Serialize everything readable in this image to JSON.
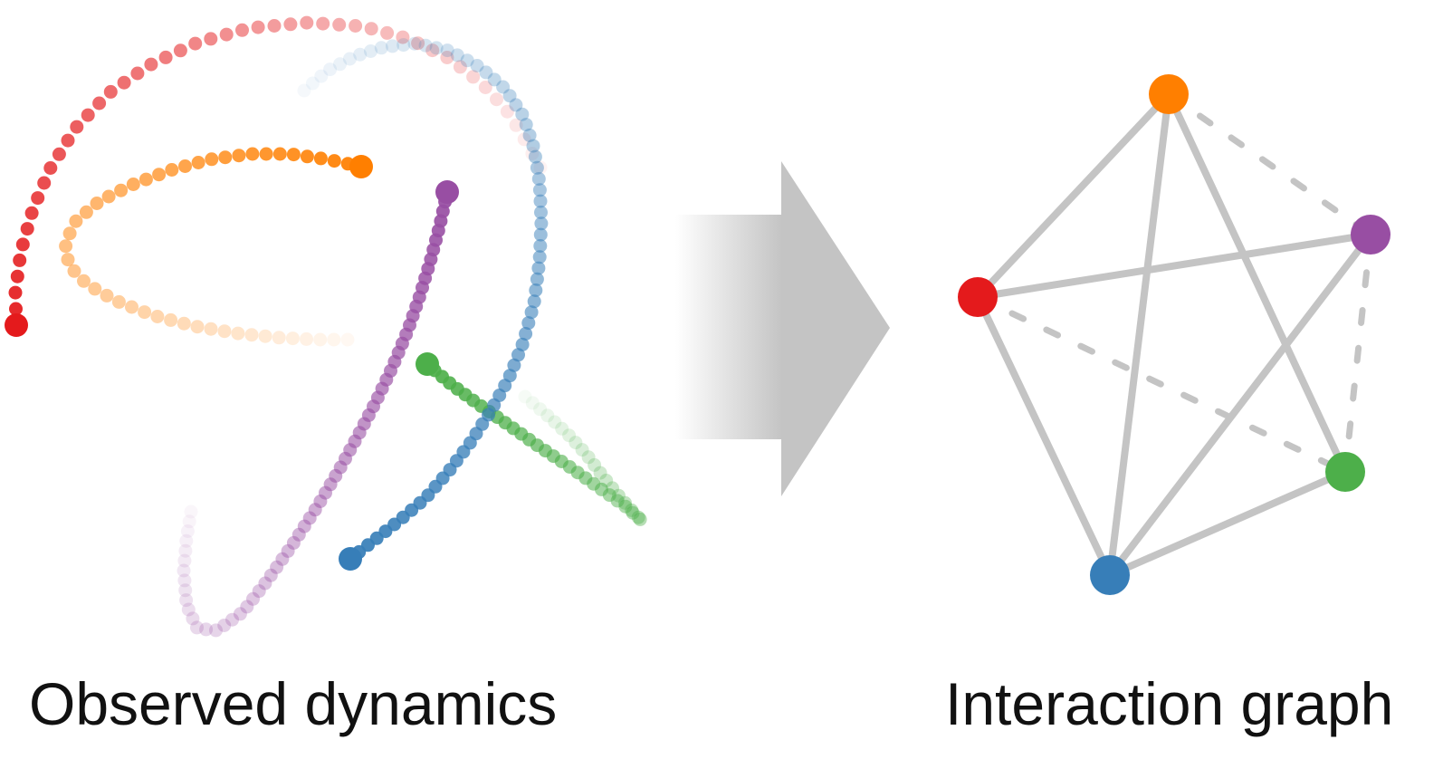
{
  "labels": {
    "left": "Observed dynamics",
    "right": "Interaction graph"
  },
  "colors": {
    "red": "#e41a1c",
    "orange": "#ff7f00",
    "purple": "#984ea3",
    "green": "#4daf4a",
    "blue": "#377eb8",
    "edge": "#c4c4c4",
    "arrow": "#c4c4c4"
  },
  "graph": {
    "nodes": [
      {
        "id": "orange",
        "color": "orange"
      },
      {
        "id": "purple",
        "color": "purple"
      },
      {
        "id": "red",
        "color": "red"
      },
      {
        "id": "green",
        "color": "green"
      },
      {
        "id": "blue",
        "color": "blue"
      }
    ],
    "edges": [
      {
        "from": "red",
        "to": "orange",
        "style": "solid"
      },
      {
        "from": "red",
        "to": "purple",
        "style": "solid"
      },
      {
        "from": "red",
        "to": "blue",
        "style": "solid"
      },
      {
        "from": "orange",
        "to": "blue",
        "style": "solid"
      },
      {
        "from": "orange",
        "to": "green",
        "style": "solid"
      },
      {
        "from": "purple",
        "to": "blue",
        "style": "solid"
      },
      {
        "from": "green",
        "to": "blue",
        "style": "solid"
      },
      {
        "from": "orange",
        "to": "purple",
        "style": "dashed"
      },
      {
        "from": "purple",
        "to": "green",
        "style": "dashed"
      },
      {
        "from": "red",
        "to": "green",
        "style": "dashed"
      }
    ]
  },
  "trajectories": [
    {
      "id": "red",
      "color": "red"
    },
    {
      "id": "orange",
      "color": "orange"
    },
    {
      "id": "purple",
      "color": "purple"
    },
    {
      "id": "green",
      "color": "green"
    },
    {
      "id": "blue",
      "color": "blue"
    }
  ]
}
